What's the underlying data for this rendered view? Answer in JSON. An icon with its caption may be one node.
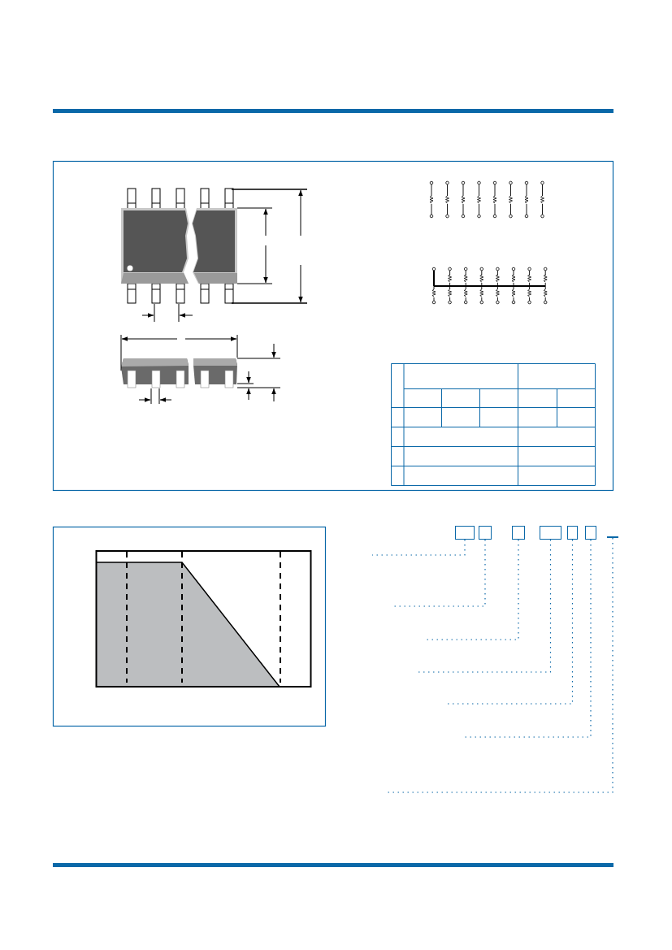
{
  "diagram": {
    "nodes": [
      {
        "text": [],
        "shape": "box"
      },
      {
        "text": [],
        "shape": "box"
      },
      {
        "text": [],
        "shape": "box"
      },
      {
        "text": [],
        "shape": "box"
      },
      {
        "text": [],
        "shape": "box"
      },
      {
        "text": [],
        "shape": "box"
      },
      {
        "text": [],
        "shape": "bar"
      }
    ],
    "edges": [
      {
        "from": 0,
        "to": null,
        "arrow": "none",
        "style": "dashed"
      },
      {
        "from": 1,
        "to": null,
        "arrow": "none",
        "style": "dashed"
      },
      {
        "from": 2,
        "to": null,
        "arrow": "none",
        "style": "dashed"
      },
      {
        "from": 3,
        "to": null,
        "arrow": "none",
        "style": "dashed"
      },
      {
        "from": 4,
        "to": null,
        "arrow": "none",
        "style": "dashed"
      },
      {
        "from": 5,
        "to": null,
        "arrow": "none",
        "style": "dashed"
      },
      {
        "from": 6,
        "to": null,
        "arrow": "none",
        "style": "dashed"
      }
    ]
  }
}
